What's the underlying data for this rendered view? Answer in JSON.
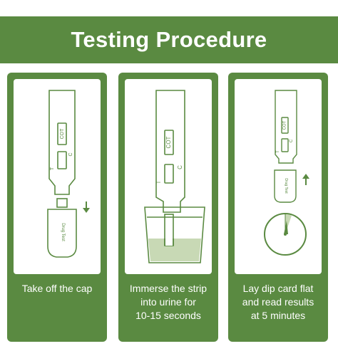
{
  "title": "Testing Procedure",
  "colors": {
    "primary": "#5a8a41",
    "fill_light": "#c8d9b5",
    "background": "#ffffff"
  },
  "panels": [
    {
      "caption": "Take off the cap",
      "strip_label": "COT",
      "window_t": "T",
      "window_c": "C",
      "cap_text": "Drug Test",
      "arrow": "down-arrow-icon"
    },
    {
      "caption": "Immerse the strip\ninto urine for\n10-15 seconds",
      "strip_label": "COT",
      "window_t": "T",
      "window_c": "C"
    },
    {
      "caption": "Lay dip card flat\nand read results\nat 5 minutes",
      "strip_label": "COT",
      "window_t": "T",
      "window_c": "C",
      "cap_text": "Drug Test",
      "arrow": "up-arrow-icon"
    }
  ]
}
